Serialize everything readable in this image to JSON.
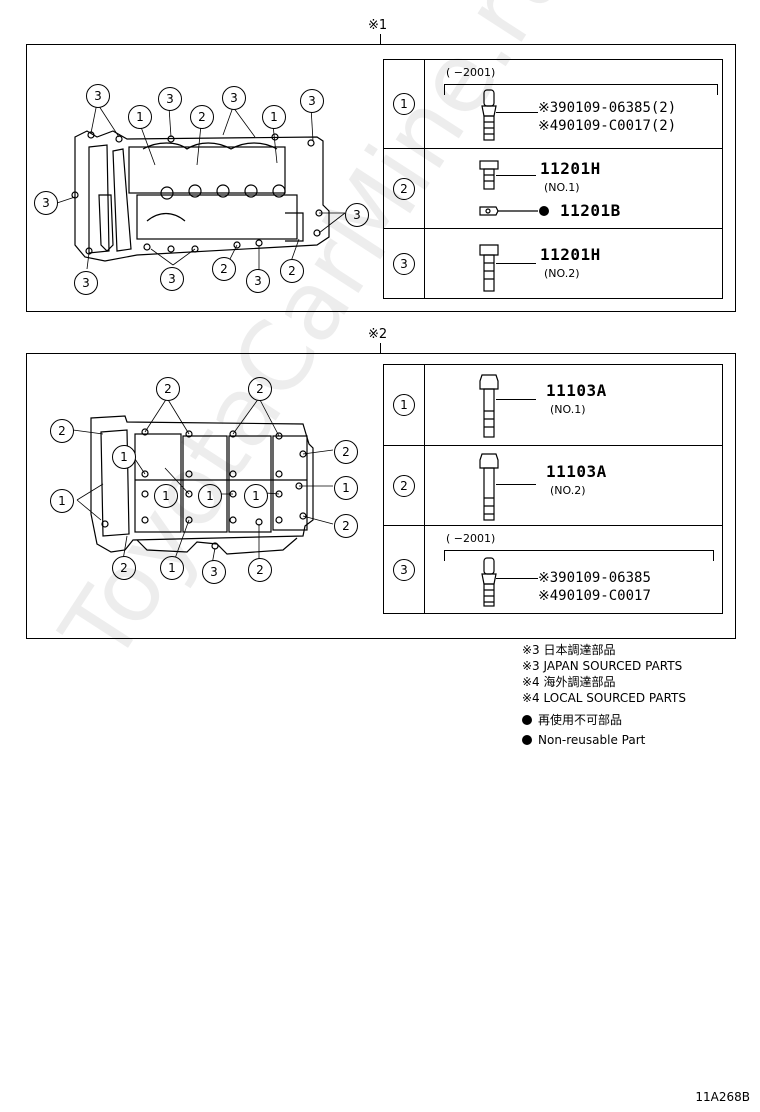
{
  "section1": {
    "mark": "※1",
    "callouts": [
      "3",
      "3",
      "3",
      "3",
      "1",
      "2",
      "1",
      "3",
      "3",
      "2",
      "3",
      "2",
      "3",
      "3"
    ],
    "table": {
      "rows": [
        {
          "num": "1",
          "date": "(      −2001)",
          "lines": [
            "※390109-06385(2)",
            "※490109-C0017(2)"
          ]
        },
        {
          "num": "2",
          "pn": "11201H",
          "sub": "(NO.1)",
          "pn2": "11201B"
        },
        {
          "num": "3",
          "pn": "11201H",
          "sub": "(NO.2)"
        }
      ]
    }
  },
  "section2": {
    "mark": "※2",
    "callouts": [
      "2",
      "2",
      "2",
      "1",
      "1",
      "1",
      "1",
      "1",
      "2",
      "1",
      "2",
      "2",
      "1",
      "3",
      "2"
    ],
    "table": {
      "rows": [
        {
          "num": "1",
          "pn": "11103A",
          "sub": "(NO.1)"
        },
        {
          "num": "2",
          "pn": "11103A",
          "sub": "(NO.2)"
        },
        {
          "num": "3",
          "date": "(      −2001)",
          "lines": [
            "※390109-06385",
            "※490109-C0017"
          ]
        }
      ]
    }
  },
  "legend": {
    "lines": [
      "※3 日本調達部品",
      "※3 JAPAN SOURCED PARTS",
      "※4 海外調達部品",
      "※4 LOCAL SOURCED PARTS",
      "再使用不可部品",
      "Non-reusable Part"
    ]
  },
  "watermark": "ToyotaCarMine.ru",
  "diagram_code": "11A268B"
}
